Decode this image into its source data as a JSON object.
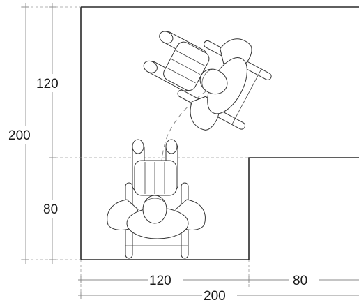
{
  "dimensions": {
    "left_upper": "120",
    "left_total": "200",
    "left_lower": "80",
    "bottom_first": "120",
    "bottom_second": "80",
    "bottom_total": "200"
  }
}
